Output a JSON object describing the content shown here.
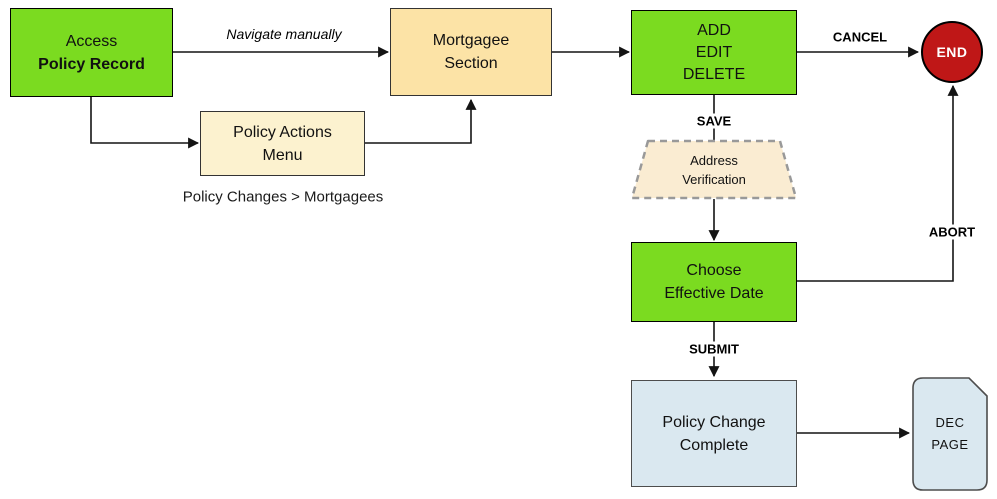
{
  "nodes": {
    "access_policy_record": {
      "line1": "Access",
      "line2": "Policy Record"
    },
    "mortgagee_section": {
      "line1": "Mortgagee",
      "line2": "Section"
    },
    "policy_actions_menu": {
      "line1": "Policy Actions",
      "line2": "Menu"
    },
    "add_edit_delete": {
      "line1": "ADD",
      "line2": "EDIT",
      "line3": "DELETE"
    },
    "address_verification": {
      "line1": "Address",
      "line2": "Verification"
    },
    "choose_effective_date": {
      "line1": "Choose",
      "line2": "Effective Date"
    },
    "policy_change_complete": {
      "line1": "Policy Change",
      "line2": "Complete"
    },
    "dec_page": {
      "line1": "DEC",
      "line2": "PAGE"
    },
    "end": {
      "label": "END"
    }
  },
  "edge_labels": {
    "navigate_manually": "Navigate manually",
    "cancel": "CANCEL",
    "save": "SAVE",
    "abort": "ABORT",
    "submit": "SUBMIT"
  },
  "notes": {
    "menu_path": "Policy Changes > Mortgagees"
  },
  "colors": {
    "process_green": "#7BDB20",
    "section_tan": "#FCE3A6",
    "menu_cream": "#FCF2CF",
    "verification_cream": "#FAECD2",
    "complete_light_blue": "#DAE8F0",
    "end_red": "#BF1717",
    "connector_black": "#141414",
    "dashed_border_gray": "#999999"
  }
}
